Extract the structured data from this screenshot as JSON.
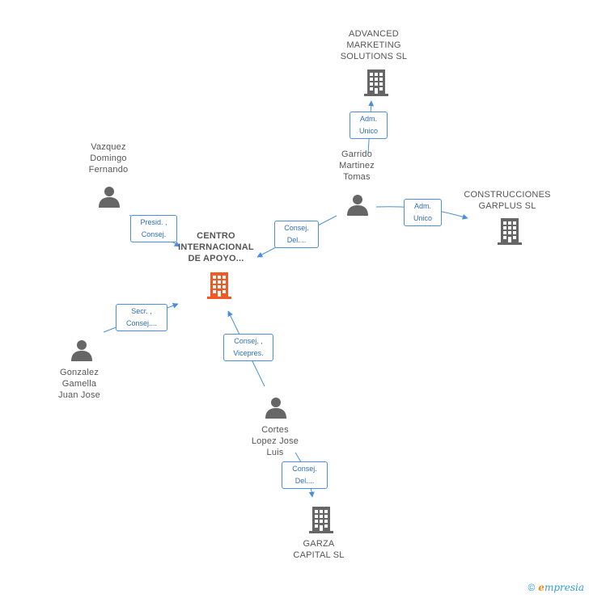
{
  "nodes": {
    "centro": {
      "label": "CENTRO\nINTERNACIONAL\nDE APOYO...",
      "type": "company",
      "color": "#f15a24"
    },
    "advanced": {
      "label": "ADVANCED\nMARKETING\nSOLUTIONS SL",
      "type": "company",
      "color": "#666666"
    },
    "construcciones": {
      "label": "CONSTRUCCIONES\nGARPLUS SL",
      "type": "company",
      "color": "#666666"
    },
    "garza": {
      "label": "GARZA\nCAPITAL SL",
      "type": "company",
      "color": "#666666"
    },
    "vazquez": {
      "label": "Vazquez\nDomingo\nFernando",
      "type": "person",
      "color": "#666666"
    },
    "garrido": {
      "label": "Garrido\nMartinez\nTomas",
      "type": "person",
      "color": "#666666"
    },
    "gonzalez": {
      "label": "Gonzalez\nGamella\nJuan Jose",
      "type": "person",
      "color": "#666666"
    },
    "cortes": {
      "label": "Cortes\nLopez Jose\nLuis",
      "type": "person",
      "color": "#666666"
    }
  },
  "roles": {
    "garrido_advanced": "Adm.\nUnico",
    "garrido_construcciones": "Adm.\nUnico",
    "garrido_centro": "Consej.\nDel....",
    "vazquez_centro": "Presid. ,\nConsej.",
    "gonzalez_centro": "Secr. ,\nConsej....",
    "cortes_centro": "Consej. ,\nVicepres.",
    "cortes_garza": "Consej.\nDel...."
  },
  "colors": {
    "edge": "#4a90d9",
    "edge_line": "#4a90d9",
    "person": "#666666",
    "company": "#666666",
    "focus": "#f15a24"
  },
  "footer": {
    "copyright": "©",
    "brand_first": "e",
    "brand_rest": "mpresia"
  }
}
